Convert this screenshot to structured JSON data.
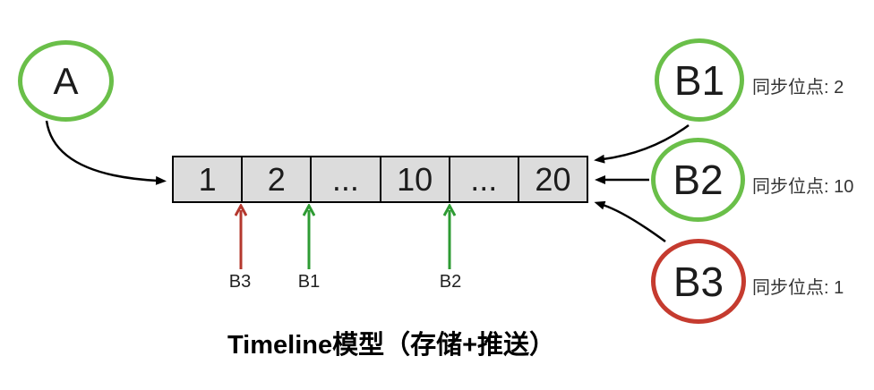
{
  "title": "Timeline模型（存储+推送）",
  "producer": {
    "label": "A"
  },
  "timeline": {
    "cells": [
      "1",
      "2",
      "...",
      "10",
      "...",
      "20"
    ]
  },
  "consumers": [
    {
      "label": "B1",
      "sync_point_label": "同步位点: 2",
      "sync_point": 2,
      "color": "#6abf49"
    },
    {
      "label": "B2",
      "sync_point_label": "同步位点: 10",
      "sync_point": 10,
      "color": "#6abf49"
    },
    {
      "label": "B3",
      "sync_point_label": "同步位点: 1",
      "sync_point": 1,
      "color": "#c53b2f"
    }
  ],
  "cursor_labels": [
    "B3",
    "B1",
    "B2"
  ],
  "colors": {
    "circle_green": "#6abf49",
    "circle_red": "#c53b2f",
    "cursor_arrow_green": "#2e9b33",
    "cursor_arrow_red": "#b4382e",
    "cell_fill": "#dcdcdc",
    "arrow_black": "#000000"
  }
}
